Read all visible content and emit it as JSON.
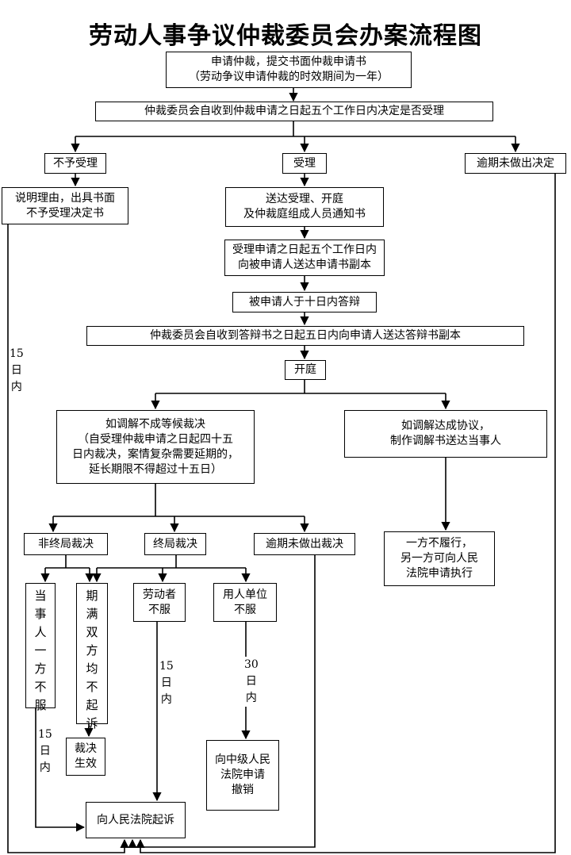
{
  "title": "劳动人事争议仲裁委员会办案流程图",
  "nodes": {
    "apply": [
      "申请仲裁，提交书面仲裁申请书",
      "（劳动争议申请仲裁的时效期间为一年）"
    ],
    "decide_accept": [
      "仲裁委员会自收到仲裁申请之日起五个工作日内决定是否受理"
    ],
    "not_accept": [
      "不予受理"
    ],
    "accept": [
      "受理"
    ],
    "overdue_decision": [
      "逾期未做出决定"
    ],
    "explain": [
      "说明理由，出具书面",
      "不予受理决定书"
    ],
    "serve_notice": [
      "送达受理、开庭",
      "及仲裁庭组成人员通知书"
    ],
    "serve_copy": [
      "受理申请之日起五个工作日内",
      "向被申请人送达申请书副本"
    ],
    "respondent_defense": [
      "被申请人于十日内答辩"
    ],
    "serve_defense": [
      "仲裁委员会自收到答辩书之日起五日内向申请人送达答辩书副本"
    ],
    "hearing": [
      "开庭"
    ],
    "mediation_fail": [
      "如调解不成等候裁决",
      "（自受理仲裁申请之日起四十五",
      "日内裁决，案情复杂需要延期的，",
      "延长期限不得超过十五日）"
    ],
    "mediation_success": [
      "如调解达成协议，",
      "制作调解书送达当事人"
    ],
    "non_final": [
      "非终局裁决"
    ],
    "final": [
      "终局裁决"
    ],
    "overdue_award": [
      "逾期未做出裁决"
    ],
    "not_perform": [
      "一方不履行，",
      "另一方可向人民",
      "法院申请执行"
    ],
    "party_dissent": "当事人一方不服",
    "no_appeal": "期满双方均不起诉",
    "worker_dissent": [
      "劳动者",
      "不服"
    ],
    "employer_dissent": [
      "用人单位",
      "不服"
    ],
    "effective": [
      "裁决",
      "生效"
    ],
    "court_revoke": [
      "向中级人民",
      "法院申请",
      "撤销"
    ],
    "sue_court": [
      "向人民法院起诉"
    ]
  },
  "edge_labels": {
    "left_15": [
      "15",
      "日",
      "内"
    ],
    "party_15": [
      "15",
      "日",
      "内"
    ],
    "worker_15": [
      "15",
      "日",
      "内"
    ],
    "employer_30": [
      "30",
      "日",
      "内"
    ]
  },
  "colors": {
    "line": "#000000",
    "box_fill": "#ffffff"
  }
}
